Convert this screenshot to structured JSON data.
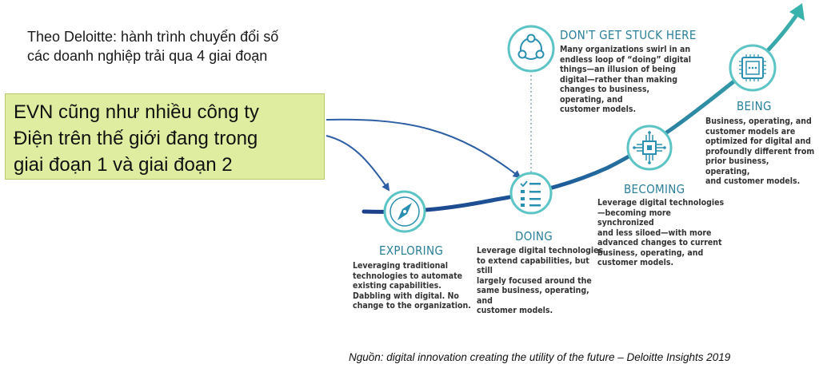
{
  "intro": {
    "line1": "Theo Deloitte: hành trình chuyển đổi số",
    "line2": "các doanh nghiệp trải qua 4 giai đoạn"
  },
  "callout": {
    "line1": "EVN cũng như nhiều công ty",
    "line2": "Điện trên thế giới đang trong",
    "line3": "giai đoạn 1 và giai đoạn 2"
  },
  "stages": {
    "exploring": {
      "title": "EXPLORING",
      "lines": [
        "Leveraging traditional",
        "technologies to automate",
        "existing capabilities.",
        "Dabbling with digital. No",
        "change to the organization."
      ]
    },
    "doing": {
      "title": "DOING",
      "lines": [
        "Leverage digital technologies",
        "to extend capabilities, but still",
        "largely focused around the",
        "same business, operating, and",
        "customer models."
      ]
    },
    "stuck": {
      "title": "DON'T GET STUCK HERE",
      "lines": [
        "Many organizations swirl in an",
        "endless loop of “doing” digital",
        "things—an illusion of being",
        "digital—rather than making",
        "changes to business, operating, and",
        "customer models."
      ]
    },
    "becoming": {
      "title": "BECOMING",
      "lines": [
        "Leverage digital technologies",
        "—becoming more synchronized",
        "and less siloed—with more",
        "advanced changes to current",
        "business, operating, and",
        "customer models."
      ]
    },
    "being": {
      "title": "BEING",
      "lines": [
        "Business, operating, and",
        "customer models are",
        "optimized for digital and",
        "profoundly different from",
        "prior business, operating,",
        "and customer models."
      ]
    }
  },
  "source": "Nguồn: digital innovation creating the utility of the future – Deloitte Insights 2019",
  "colors": {
    "curve_start": "#1c3f8a",
    "curve_end": "#3bb3ad",
    "icon_ring": "#5cc4c4",
    "title_text": "#2a7f99",
    "callout_bg": "#dfeda0",
    "connector": "#2c5fa3"
  },
  "icons": {
    "exploring": "compass-icon",
    "doing": "checklist-icon",
    "stuck": "cycle-icon",
    "becoming": "circuit-chip-icon",
    "being": "processor-icon"
  }
}
